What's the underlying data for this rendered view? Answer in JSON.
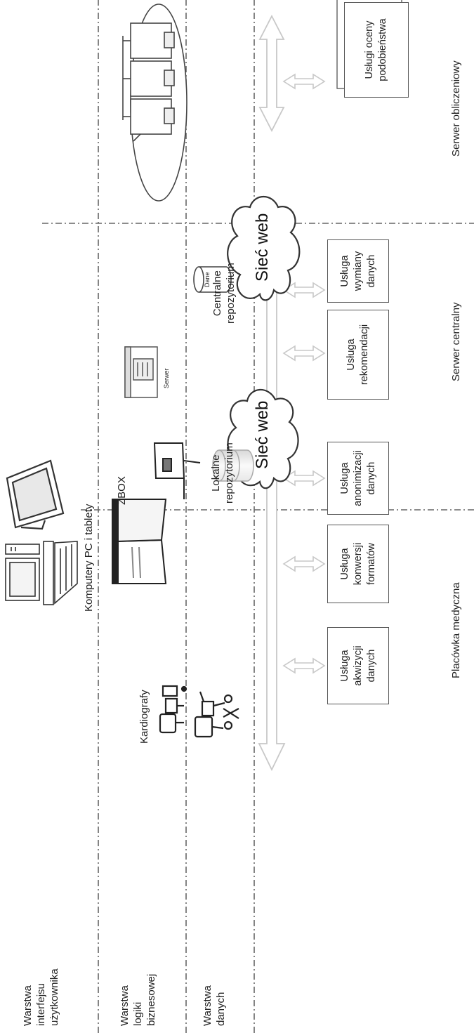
{
  "layers": {
    "ui": "Warstwa\ninterfejsu\nużytkownika",
    "logic": "Warstwa\nlogiki\nbiznesowej",
    "data": "Warstwa\ndanych"
  },
  "zones": {
    "medical": "Placówka medyczna",
    "central": "Serwer centralny",
    "compute": "Serwer obliczeniowy"
  },
  "devices": {
    "kardiografy": "Kardiografy",
    "pcs": "Komputery PC i tablety",
    "zbox": "ZBOX",
    "server_small_label": "Serwer",
    "db_small_label": "Dane"
  },
  "repos": {
    "local": "Lokalne\nrepozytorium",
    "central": "Centralne\nrepozytorium"
  },
  "clouds": {
    "web1": "Sieć web",
    "web2": "Sieć web"
  },
  "services": {
    "akwizycji": "Usługa\nakwizycji\ndanych",
    "konwersji": "Usługa\nkonwersji\nformatów",
    "anonimizacji": "Usługa\nanonimizacji\ndanych",
    "rekomendacji": "Usługa\nrekomendacji",
    "wymiany": "Usługa\nwymiany\ndanych",
    "podobienstwa": "Usługi oceny\npodobieństwa"
  },
  "icons": [
    "cardiograph-icon",
    "computer-icon",
    "tablet-icon",
    "zbox-icon",
    "server-icon",
    "database-icon",
    "server-cluster-icon",
    "cloud-icon",
    "arrow-icon"
  ]
}
